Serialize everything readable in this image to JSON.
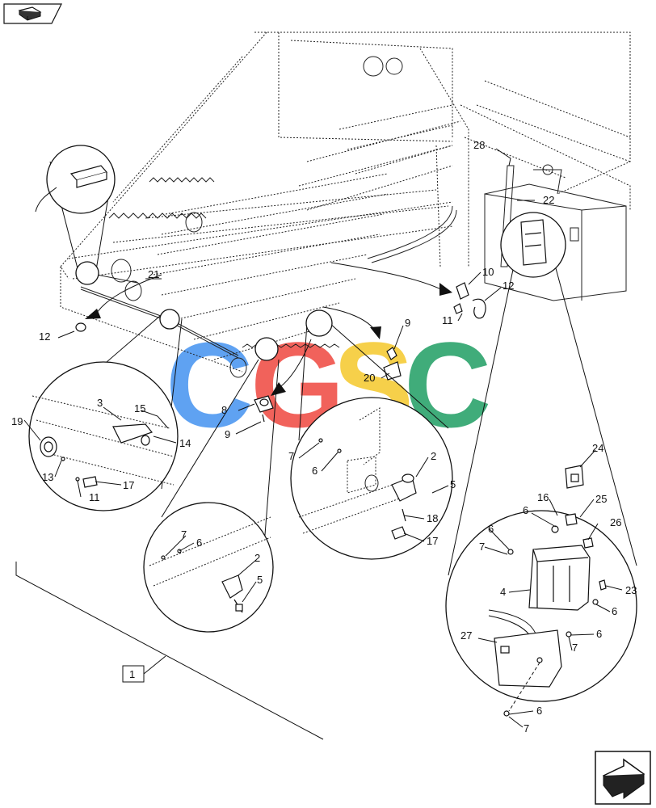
{
  "navigation": {
    "prev_icon": "book-page-back-icon",
    "next_icon": "page-forward-arrow-icon"
  },
  "watermark": {
    "letters": [
      "C",
      "G",
      "S",
      "C"
    ],
    "colors": [
      "#3d8ef0",
      "#ee4038",
      "#f5c623",
      "#179a5d"
    ]
  },
  "assembly_label": "1",
  "callouts": [
    "28",
    "22",
    "21",
    "10",
    "12",
    "11",
    "12",
    "9",
    "20",
    "8",
    "9",
    "3",
    "15",
    "19",
    "14",
    "13",
    "17",
    "11",
    "7",
    "6",
    "2",
    "5",
    "18",
    "17",
    "7",
    "6",
    "2",
    "5",
    "24",
    "16",
    "25",
    "6",
    "26",
    "6",
    "7",
    "4",
    "23",
    "6",
    "27",
    "6",
    "7",
    "6",
    "7"
  ]
}
